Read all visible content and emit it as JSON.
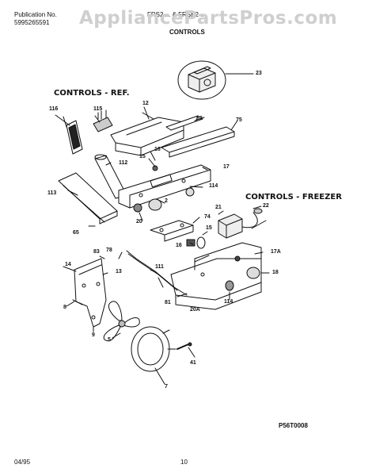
{
  "header": {
    "publication_label": "Publication No.",
    "publication_number": "5995265591",
    "model_partial": "FRS2 ... & FRSB2 ...",
    "section_title": "CONTROLS",
    "watermark": "AppliancePartsPros.com"
  },
  "sections": {
    "ref": "CONTROLS - REF.",
    "freezer": "CONTROLS - FREEZER"
  },
  "callouts": [
    "23",
    "116",
    "115",
    "12",
    "53",
    "75",
    "16",
    "15",
    "112",
    "17",
    "114",
    "113",
    "2",
    "20",
    "65",
    "21",
    "22",
    "74",
    "15",
    "16",
    "17A",
    "83",
    "78",
    "14",
    "13",
    "111",
    "18",
    "8",
    "114",
    "20A",
    "81",
    "9",
    "5",
    "7",
    "41"
  ],
  "footer": {
    "figure_code": "P56T0008",
    "date": "04/95",
    "page": "10"
  },
  "colors": {
    "line": "#111111",
    "watermark": "#cfcfcf"
  }
}
